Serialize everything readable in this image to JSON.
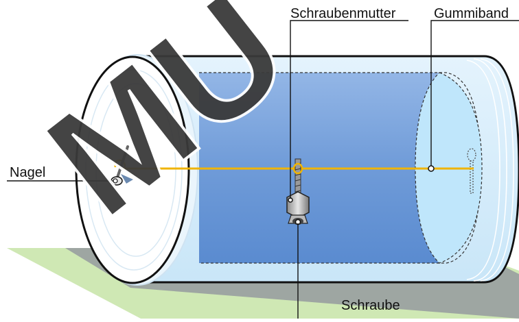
{
  "labels": {
    "nut": "Schraubenmutter",
    "rubber_band": "Gummiband",
    "nail": "Nagel",
    "screw": "Schraube"
  },
  "watermark": "MU",
  "colors": {
    "ground": "#cfe8b4",
    "ground_shadow": "#9fa7a3",
    "can_glass": "#d6ecfa",
    "can_inner": "#7fa6dc",
    "rubber_band": "#f0b400",
    "outline": "#111111",
    "watermark": "#333333"
  }
}
